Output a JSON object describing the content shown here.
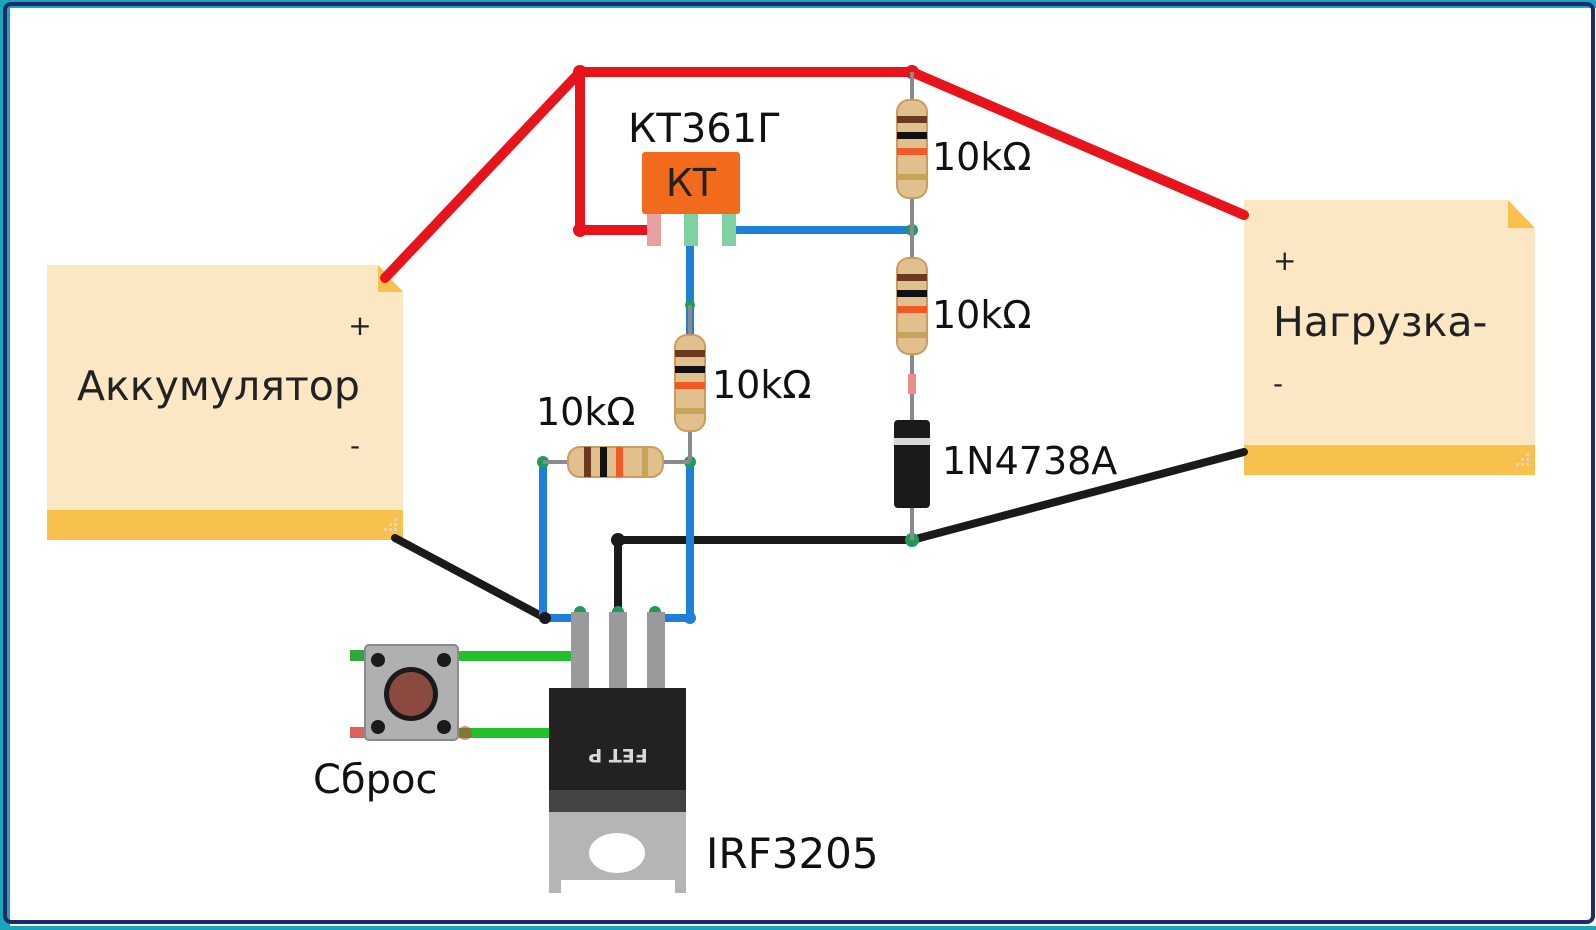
{
  "labels": {
    "transistor": "КТ361Г",
    "transistor_marking": "КТ",
    "resistor_top": "10kΩ",
    "resistor_mid": "10kΩ",
    "resistor_left_vertical": "10kΩ",
    "resistor_horizontal": "10kΩ",
    "zener": "1N4738A",
    "button": "Сброс",
    "mosfet": "IRF3205",
    "mosfet_marking": "FET P"
  },
  "battery_note": {
    "plus": "+",
    "name": "Аккумулятор",
    "minus": "-"
  },
  "load_note": {
    "plus": "+",
    "name": "Нагрузка-",
    "minus": "-"
  },
  "colors": {
    "background_frame": "#1aa6b8",
    "canvas": "#ffffff",
    "wire_positive": "#e8141b",
    "wire_ground": "#1a1a1a",
    "wire_signal": "#1f7fd6",
    "wire_button": "#22c02a",
    "note_fill": "#fbe7c4",
    "note_band": "#f8c14e",
    "transistor": "#f26b1d"
  }
}
